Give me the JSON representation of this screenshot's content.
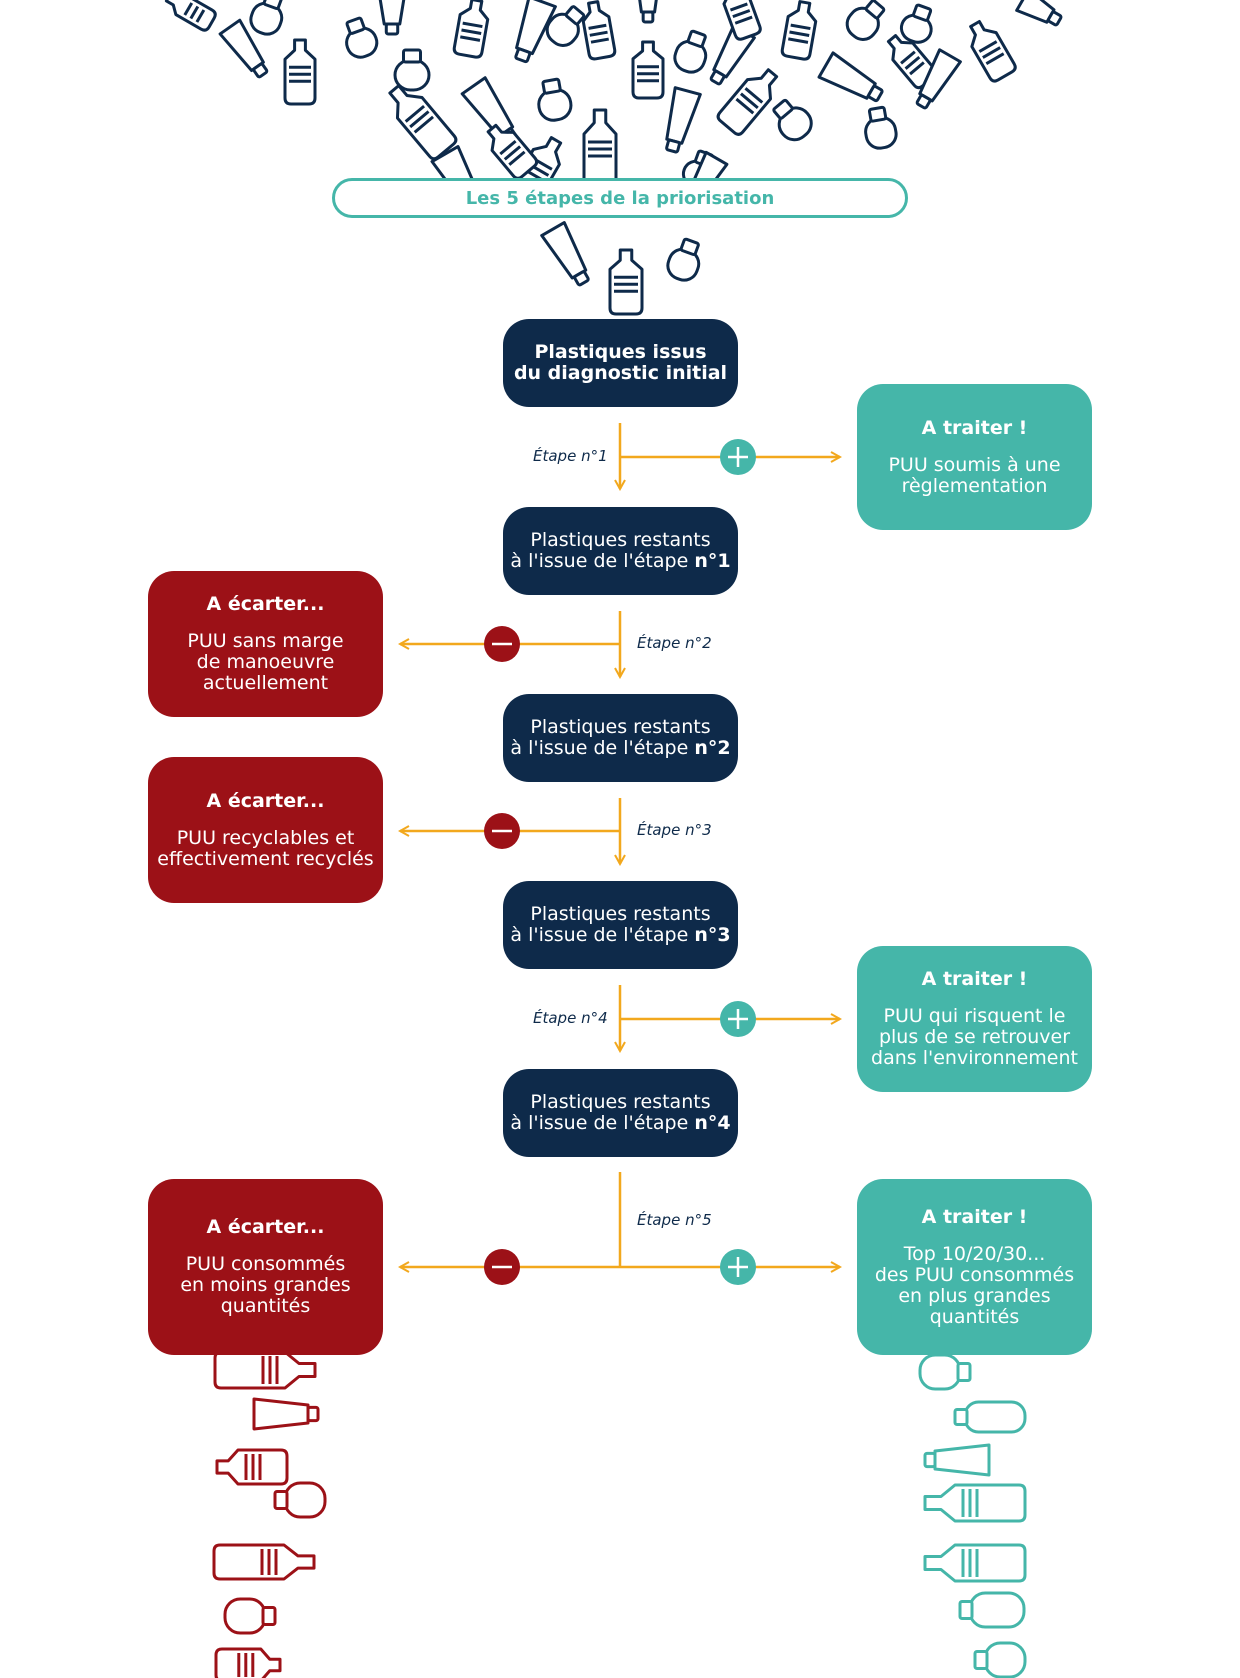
{
  "colors": {
    "navy": "#0e2a4a",
    "teal": "#45b6a9",
    "red": "#9c1117",
    "arrow": "#f2a81d"
  },
  "title": "Les 5 étapes de la priorisation",
  "start": {
    "line1": "Plastiques issus",
    "line2": "du diagnostic initial"
  },
  "remaining": [
    {
      "line1": "Plastiques restants",
      "line2": "à l'issue de l'étape ",
      "num": "n°1"
    },
    {
      "line1": "Plastiques restants",
      "line2": "à l'issue de l'étape ",
      "num": "n°2"
    },
    {
      "line1": "Plastiques restants",
      "line2": "à l'issue de l'étape ",
      "num": "n°3"
    },
    {
      "line1": "Plastiques restants",
      "line2": "à l'issue de l'étape ",
      "num": "n°4"
    }
  ],
  "steps": [
    "Étape n°1",
    "Étape n°2",
    "Étape n°3",
    "Étape n°4",
    "Étape n°5"
  ],
  "treat": [
    {
      "heading": "A traiter !",
      "lines": [
        "PUU soumis à une",
        "règlementation"
      ]
    },
    {
      "heading": "A traiter !",
      "lines": [
        "PUU qui risquent le",
        "plus de se retrouver",
        "dans l'environnement"
      ]
    },
    {
      "heading": "A traiter !",
      "lines": [
        "Top 10/20/30...",
        "des PUU consommés",
        "en plus grandes",
        "quantités"
      ]
    }
  ],
  "discard": [
    {
      "heading": "A écarter...",
      "lines": [
        "PUU sans marge",
        "de manoeuvre",
        "actuellement"
      ]
    },
    {
      "heading": "A écarter...",
      "lines": [
        "PUU recyclables et",
        "effectivement recyclés"
      ]
    },
    {
      "heading": "A écarter...",
      "lines": [
        "PUU consommés",
        "en moins grandes",
        "quantités"
      ]
    }
  ],
  "icons": {
    "plus": "plus-circle-icon",
    "minus": "minus-circle-icon",
    "bottle": "plastic-bottle-icon",
    "tube": "tube-icon"
  }
}
